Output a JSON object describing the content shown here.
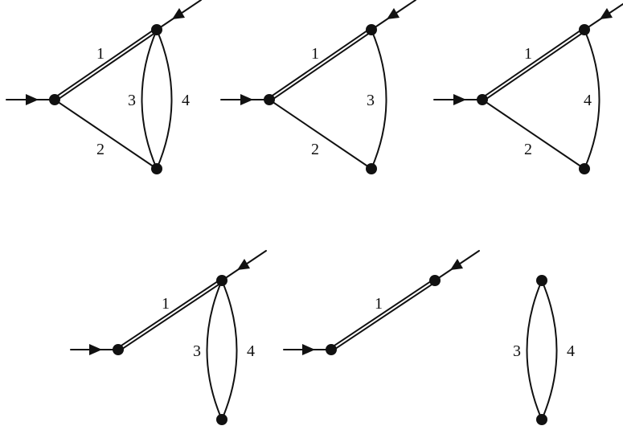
{
  "diagrams": [
    {
      "edges": [
        {
          "label": "1",
          "style": "double"
        },
        {
          "label": "2",
          "style": "single"
        },
        {
          "label": "3",
          "style": "arc-left"
        },
        {
          "label": "4",
          "style": "arc-right"
        }
      ]
    },
    {
      "edges": [
        {
          "label": "1",
          "style": "double"
        },
        {
          "label": "2",
          "style": "single"
        },
        {
          "label": "3",
          "style": "arc-right"
        }
      ]
    },
    {
      "edges": [
        {
          "label": "1",
          "style": "double"
        },
        {
          "label": "2",
          "style": "single"
        },
        {
          "label": "4",
          "style": "arc-right"
        }
      ]
    },
    {
      "edges": [
        {
          "label": "1",
          "style": "double"
        },
        {
          "label": "3",
          "style": "arc-left"
        },
        {
          "label": "4",
          "style": "arc-right"
        }
      ]
    },
    {
      "edges": [
        {
          "label": "1",
          "style": "double"
        }
      ]
    },
    {
      "edges": [
        {
          "label": "3",
          "style": "arc-left"
        },
        {
          "label": "4",
          "style": "arc-right"
        }
      ]
    }
  ],
  "colors": {
    "ink": "#111111",
    "background": "#ffffff"
  }
}
